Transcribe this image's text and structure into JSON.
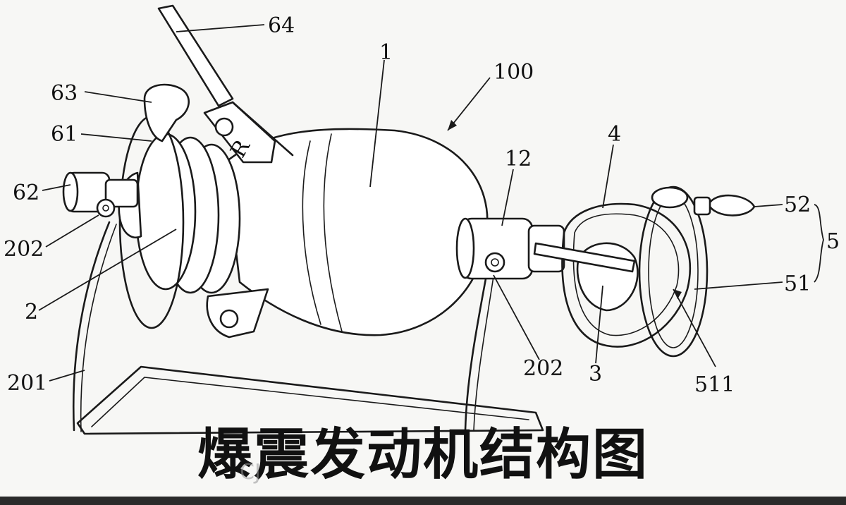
{
  "caption": "爆震发动机结构图",
  "watermark": "CJ",
  "engraving": "R",
  "labels": {
    "l64": "64",
    "l63": "63",
    "l61": "61",
    "l62": "62",
    "l202a": "202",
    "l2": "2",
    "l201": "201",
    "l1": "1",
    "l100": "100",
    "l12": "12",
    "l4": "4",
    "l52": "52",
    "l5": "5",
    "l51": "51",
    "l202b": "202",
    "l3": "3",
    "l511": "511"
  }
}
